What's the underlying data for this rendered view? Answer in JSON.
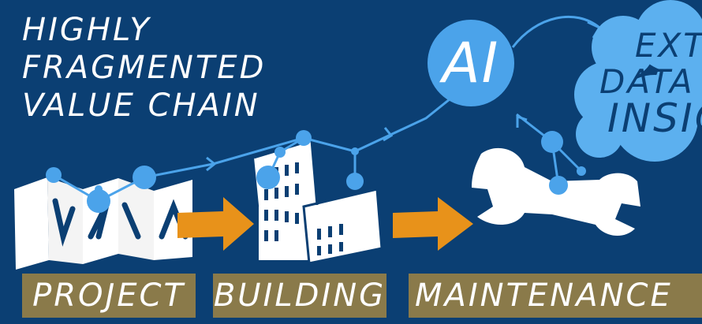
{
  "title": {
    "line1": "HIGHLY",
    "line2": "FRAGMENTED",
    "line3": "VALUE CHAIN"
  },
  "ai": {
    "label": "AI"
  },
  "cloud": {
    "line1": "EXTR",
    "line2": "DATA",
    "line3": "INSIG"
  },
  "stages": [
    {
      "label": "PROJECT"
    },
    {
      "label": "BUILDING"
    },
    {
      "label": "MAINTENANCE"
    }
  ],
  "colors": {
    "background": "#0b3f73",
    "node_blue": "#4ba3ea",
    "arrow_orange": "#e8921a",
    "label_bg": "#8a7a4a",
    "white": "#ffffff",
    "cloud_blue": "#5cb0ef"
  }
}
